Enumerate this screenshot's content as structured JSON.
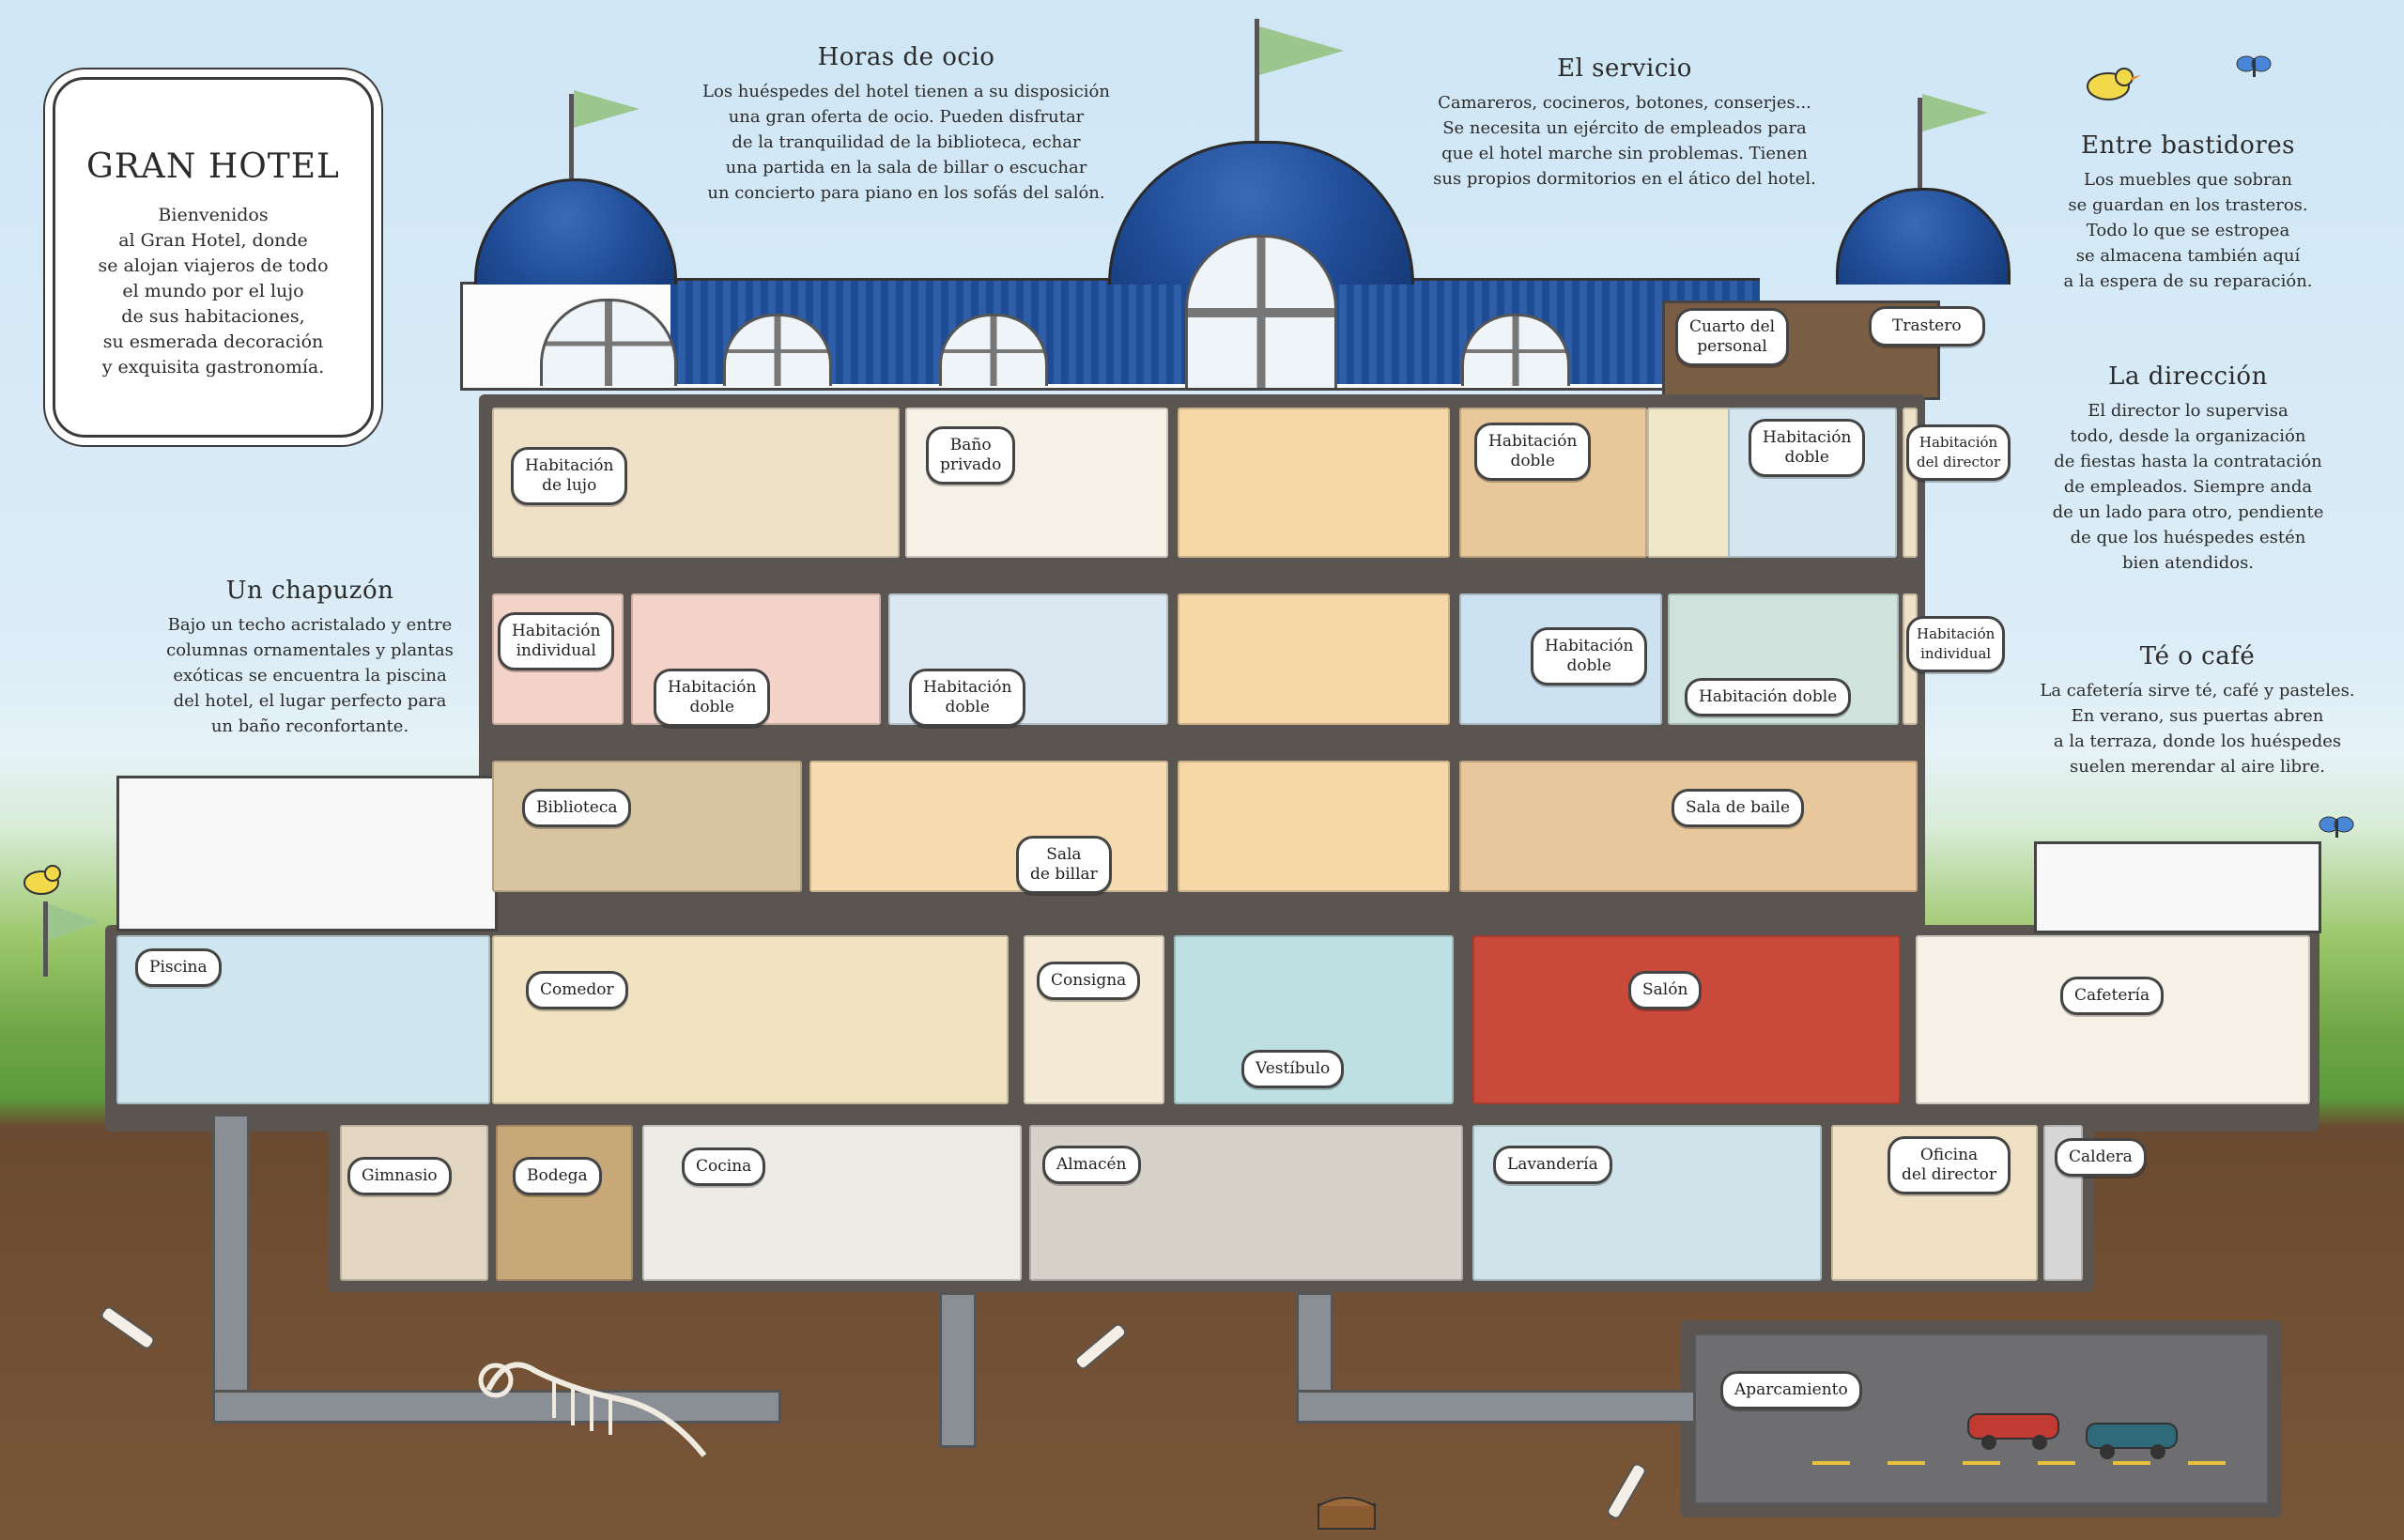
{
  "colors": {
    "dome_blue": "#1f4b95",
    "sky": "#cfe6f5",
    "grass": "#6fa645",
    "earth": "#7a5638",
    "frame": "#5a5550",
    "flag": "#9bc78f"
  },
  "intro": {
    "title": "GRAN HOTEL",
    "text": "Bienvenidos\nal Gran Hotel, donde\nse alojan viajeros de todo\nel mundo por el lujo\nde sus habitaciones,\nsu esmerada decoración\ny exquisita gastronomía."
  },
  "sections": {
    "ocio": {
      "title": "Horas de ocio",
      "text": "Los huéspedes del hotel tienen a su disposición\nuna gran oferta de ocio. Pueden disfrutar\nde la tranquilidad de la biblioteca, echar\nuna partida en la sala de billar o escuchar\nun concierto para piano en los sofás del salón."
    },
    "servicio": {
      "title": "El servicio",
      "text": "Camareros, cocineros, botones, conserjes...\nSe necesita un ejército de empleados para\nque el hotel marche sin problemas. Tienen\nsus propios dormitorios en el ático del hotel."
    },
    "bastidores": {
      "title": "Entre bastidores",
      "text": "Los muebles que sobran\nse guardan en los trasteros.\nTodo lo que se estropea\nse almacena también aquí\na la espera de su reparación."
    },
    "direccion": {
      "title": "La dirección",
      "text": "El director lo supervisa\ntodo, desde la organización\nde fiestas hasta la contratación\nde empleados. Siempre anda\nde un lado para otro, pendiente\nde que los huéspedes estén\nbien atendidos."
    },
    "chapuzon": {
      "title": "Un chapuzón",
      "text": "Bajo un techo acristalado y entre\ncolumnas ornamentales y plantas\nexóticas se encuentra la piscina\ndel hotel, el lugar perfecto para\nun baño reconfortante."
    },
    "cafe": {
      "title": "Té o café",
      "text": "La cafetería sirve té, café y pasteles.\nEn verano, sus puertas abren\na la terraza, donde los huéspedes\nsuelen merendar al aire libre."
    }
  },
  "labels": {
    "cuarto_personal": "Cuarto del\npersonal",
    "trastero": "Trastero",
    "hab_lujo": "Habitación\nde lujo",
    "bano": "Baño\nprivado",
    "hab_doble_1": "Habitación\ndoble",
    "hab_doble_2": "Habitación\ndoble",
    "hab_director": "Habitación\ndel director",
    "hab_individual_1": "Habitación\nindividual",
    "hab_doble_3": "Habitación\ndoble",
    "hab_doble_4": "Habitación\ndoble",
    "hab_doble_5": "Habitación\ndoble",
    "hab_doble_6": "Habitación doble",
    "hab_individual_2": "Habitación\nindividual",
    "biblioteca": "Biblioteca",
    "billar": "Sala\nde billar",
    "baile": "Sala de baile",
    "piscina": "Piscina",
    "comedor": "Comedor",
    "consigna": "Consigna",
    "vestibulo": "Vestíbulo",
    "salon": "Salón",
    "cafeteria": "Cafetería",
    "gimnasio": "Gimnasio",
    "bodega": "Bodega",
    "cocina": "Cocina",
    "almacen": "Almacén",
    "lavanderia": "Lavandería",
    "oficina": "Oficina\ndel director",
    "caldera": "Caldera",
    "aparcamiento": "Aparcamiento"
  }
}
